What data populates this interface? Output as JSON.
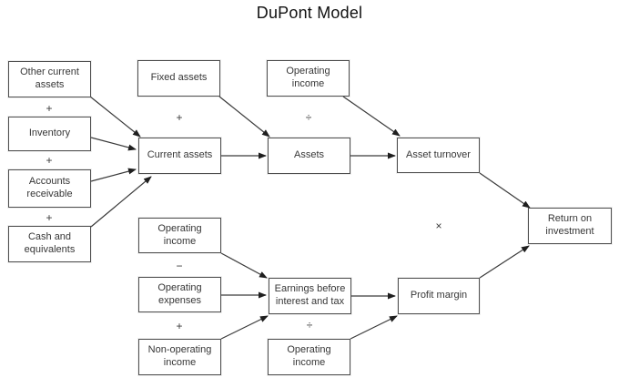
{
  "title": "DuPont Model",
  "colors": {
    "background": "#ffffff",
    "box_border": "#4e4e4e",
    "text": "#363636",
    "line": "#3a3a3a"
  },
  "diagram": {
    "nodes": [
      {
        "id": "other-current-assets",
        "label": "Other current assets"
      },
      {
        "id": "inventory",
        "label": "Inventory"
      },
      {
        "id": "accounts-receivable",
        "label": "Accounts receivable"
      },
      {
        "id": "cash-and-equivalents",
        "label": "Cash and equivalents"
      },
      {
        "id": "fixed-assets",
        "label": "Fixed assets"
      },
      {
        "id": "current-assets",
        "label": "Current assets"
      },
      {
        "id": "operating-income-top",
        "label": "Operating income"
      },
      {
        "id": "assets",
        "label": "Assets"
      },
      {
        "id": "asset-turnover",
        "label": "Asset turnover"
      },
      {
        "id": "operating-income-mid",
        "label": "Operating income"
      },
      {
        "id": "operating-expenses",
        "label": "Operating expenses"
      },
      {
        "id": "non-operating-income",
        "label": "Non-operating income"
      },
      {
        "id": "earnings-before-interest-and-tax",
        "label": "Earnings before interest and tax"
      },
      {
        "id": "operating-income-bottom",
        "label": "Operating income"
      },
      {
        "id": "profit-margin",
        "label": "Profit margin"
      },
      {
        "id": "return-on-investment",
        "label": "Return on investment"
      }
    ],
    "operators": [
      {
        "id": "plus-oca-inventory",
        "symbol": "+"
      },
      {
        "id": "plus-inventory-ar",
        "symbol": "+"
      },
      {
        "id": "plus-ar-cash",
        "symbol": "+"
      },
      {
        "id": "plus-fixed-current",
        "symbol": "+"
      },
      {
        "id": "divide-income-assets",
        "symbol": "÷"
      },
      {
        "id": "minus-income-expenses",
        "symbol": "−"
      },
      {
        "id": "plus-expenses-nonop",
        "symbol": "+"
      },
      {
        "id": "divide-ebit-income",
        "symbol": "÷"
      },
      {
        "id": "times-turnover-margin",
        "symbol": "×"
      }
    ],
    "edges": [
      {
        "from": "other-current-assets",
        "to": "current-assets"
      },
      {
        "from": "inventory",
        "to": "current-assets"
      },
      {
        "from": "accounts-receivable",
        "to": "current-assets"
      },
      {
        "from": "cash-and-equivalents",
        "to": "current-assets"
      },
      {
        "from": "fixed-assets",
        "to": "assets"
      },
      {
        "from": "current-assets",
        "to": "assets"
      },
      {
        "from": "operating-income-top",
        "to": "asset-turnover"
      },
      {
        "from": "assets",
        "to": "asset-turnover"
      },
      {
        "from": "asset-turnover",
        "to": "return-on-investment"
      },
      {
        "from": "operating-income-mid",
        "to": "earnings-before-interest-and-tax"
      },
      {
        "from": "operating-expenses",
        "to": "earnings-before-interest-and-tax"
      },
      {
        "from": "non-operating-income",
        "to": "earnings-before-interest-and-tax"
      },
      {
        "from": "earnings-before-interest-and-tax",
        "to": "profit-margin"
      },
      {
        "from": "operating-income-bottom",
        "to": "profit-margin"
      },
      {
        "from": "profit-margin",
        "to": "return-on-investment"
      }
    ]
  }
}
